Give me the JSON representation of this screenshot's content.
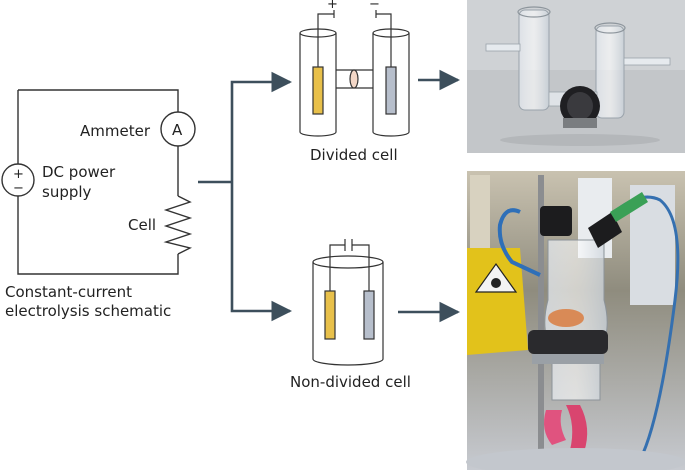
{
  "labels": {
    "ammeter": "Ammeter",
    "ammeter_symbol": "A",
    "power_plus": "+",
    "power_minus": "−",
    "power_line1": "DC power",
    "power_line2": "supply",
    "cell": "Cell",
    "caption_line1": "Constant-current",
    "caption_line2": "electrolysis schematic",
    "divided": "Divided cell",
    "non_divided": "Non-divided cell",
    "terminal_plus": "+",
    "terminal_minus": "−"
  },
  "colors": {
    "line": "#333333",
    "arrow": "#3d4f5c",
    "anode": "#e8c04a",
    "cathode": "#b7bfcc",
    "membrane": "#f3d7c7"
  }
}
